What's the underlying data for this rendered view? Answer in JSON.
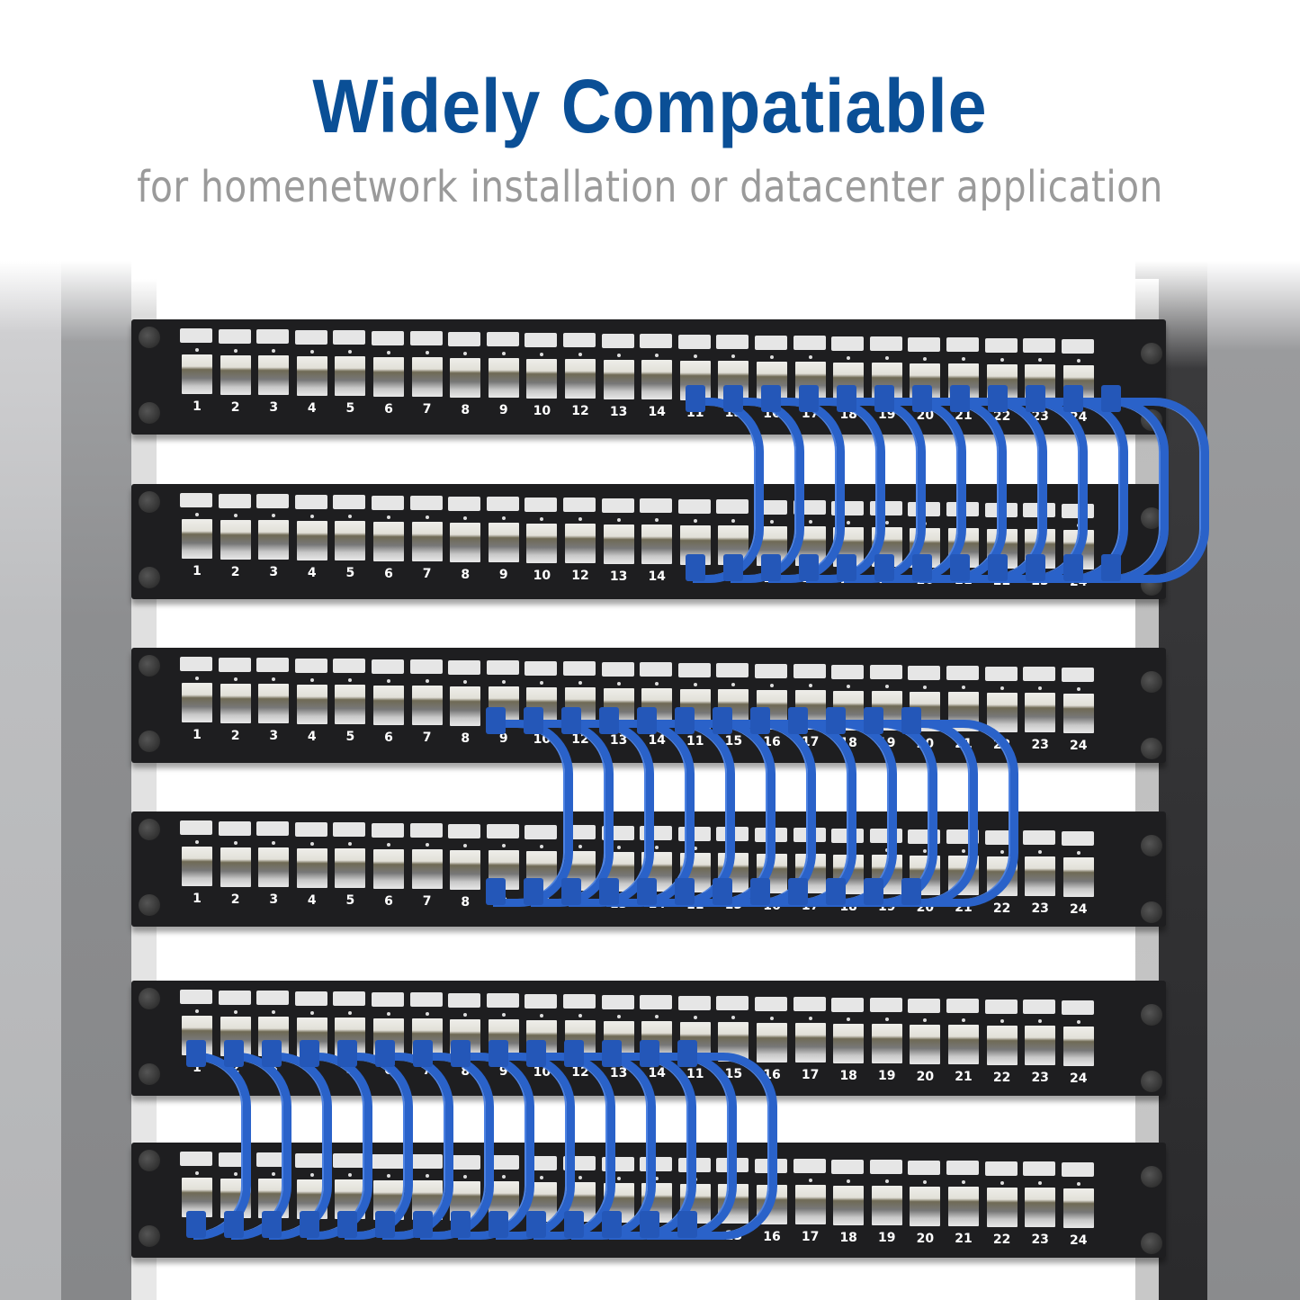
{
  "header": {
    "title": "Widely Compatiable",
    "subtitle": "for homenetwork installation or datacenter application"
  },
  "colors": {
    "title": "#0a4f96",
    "subtitle": "#9a9a9a",
    "panel": "#1e1e20",
    "cable": "#2a62c9"
  },
  "image": {
    "subject": "rack-mounted 24-port patch panels connected with blue Ethernet patch cables",
    "panel_count": 6,
    "port_labels": [
      "1",
      "2",
      "3",
      "4",
      "5",
      "6",
      "7",
      "8",
      "9",
      "10",
      "12",
      "13",
      "14",
      "11",
      "15",
      "16",
      "17",
      "18",
      "19",
      "20",
      "21",
      "22",
      "23",
      "24"
    ]
  }
}
